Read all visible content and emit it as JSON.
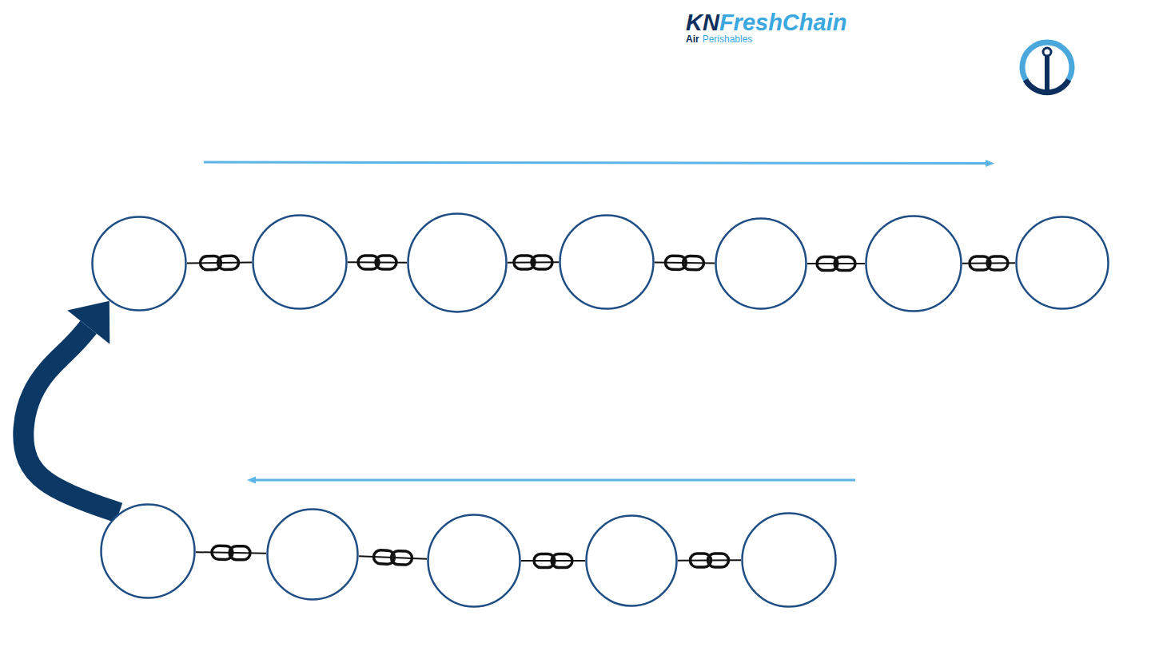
{
  "diagram": {
    "nodes": [
      {
        "text": []
      },
      {
        "text": []
      },
      {
        "text": []
      },
      {
        "text": []
      },
      {
        "text": []
      },
      {
        "text": []
      },
      {
        "text": []
      },
      {
        "text": []
      },
      {
        "text": []
      },
      {
        "text": []
      },
      {
        "text": []
      },
      {
        "text": []
      }
    ],
    "edges": [
      {
        "from": 0,
        "to": 1,
        "arrow": "none"
      },
      {
        "from": 1,
        "to": 2,
        "arrow": "none"
      },
      {
        "from": 2,
        "to": 3,
        "arrow": "none"
      },
      {
        "from": 3,
        "to": 4,
        "arrow": "none"
      },
      {
        "from": 4,
        "to": 5,
        "arrow": "none"
      },
      {
        "from": 5,
        "to": 6,
        "arrow": "none"
      },
      {
        "from": 7,
        "to": 8,
        "arrow": "none"
      },
      {
        "from": 8,
        "to": 9,
        "arrow": "none"
      },
      {
        "from": 9,
        "to": 10,
        "arrow": "none"
      },
      {
        "from": 10,
        "to": 11,
        "arrow": "none"
      },
      {
        "from": 7,
        "to": 0,
        "arrow": "to"
      }
    ],
    "labels": [
      "KN",
      "FreshChain",
      "Air",
      "Perishables"
    ]
  }
}
